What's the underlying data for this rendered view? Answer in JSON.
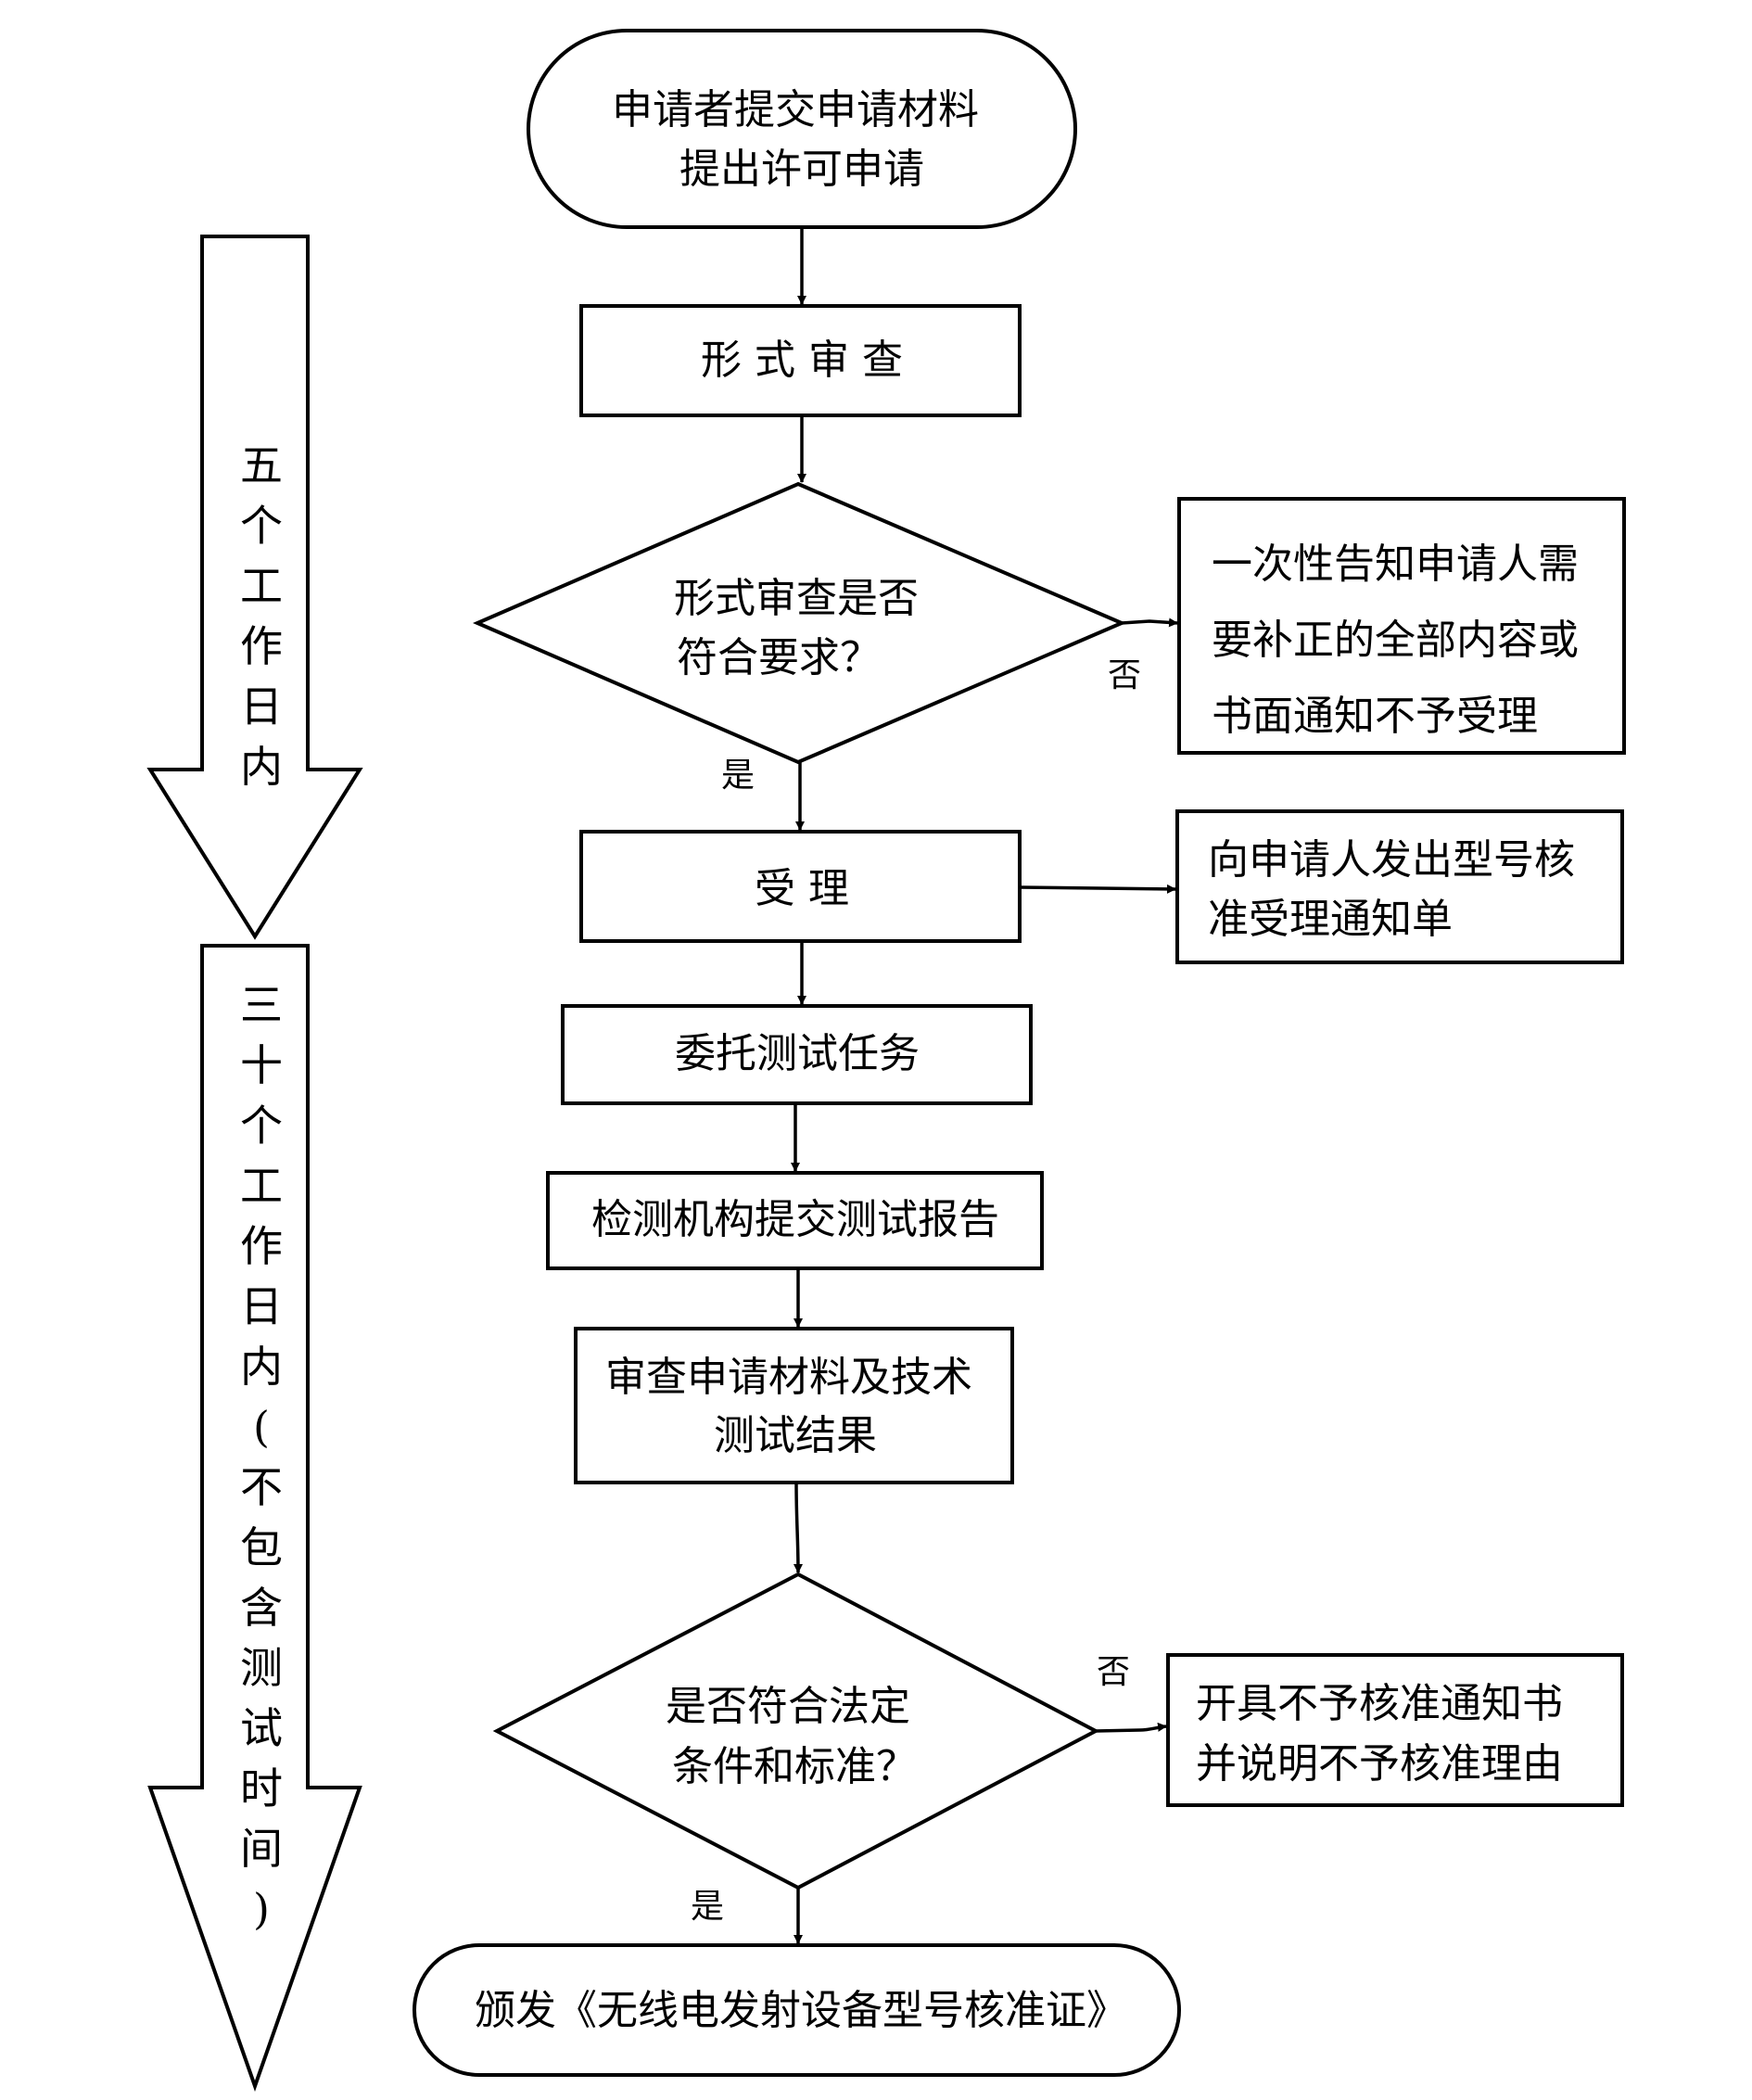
{
  "nodes": {
    "start": {
      "lines": [
        "申请者提交申请材料",
        "提出许可申请"
      ]
    },
    "formal": {
      "lines": [
        "形 式 审 查"
      ]
    },
    "formal_q": {
      "lines": [
        "形式审查是否",
        "符合要求？"
      ]
    },
    "notify_fix": {
      "lines": [
        "一次性告知申请人需",
        "要补正的全部内容或",
        "书面通知不予受理"
      ]
    },
    "accept": {
      "lines": [
        "受 理"
      ]
    },
    "accept_note": {
      "lines": [
        "向申请人发出型号核",
        "准受理通知单"
      ]
    },
    "delegate": {
      "lines": [
        "委托测试任务"
      ]
    },
    "report": {
      "lines": [
        "检测机构提交测试报告"
      ]
    },
    "review": {
      "lines": [
        "审查申请材料及技术",
        "测试结果"
      ]
    },
    "legal_q": {
      "lines": [
        "是否符合法定",
        "条件和标准？"
      ]
    },
    "reject": {
      "lines": [
        "开具不予核准通知书",
        "并说明不予核准理由"
      ]
    },
    "issue": {
      "lines": [
        "颁发《无线电发射设备型号核准证》"
      ]
    }
  },
  "labels": {
    "no1": "否",
    "yes1": "是",
    "no2": "否",
    "yes2": "是"
  },
  "timeline": {
    "phase1": [
      "五",
      "个",
      "工",
      "作",
      "日",
      "内"
    ],
    "phase2": [
      "三",
      "十",
      "个",
      "工",
      "作",
      "日",
      "内",
      "(",
      "不",
      "包",
      "含",
      "测",
      "试",
      "时",
      "间",
      ")"
    ]
  }
}
